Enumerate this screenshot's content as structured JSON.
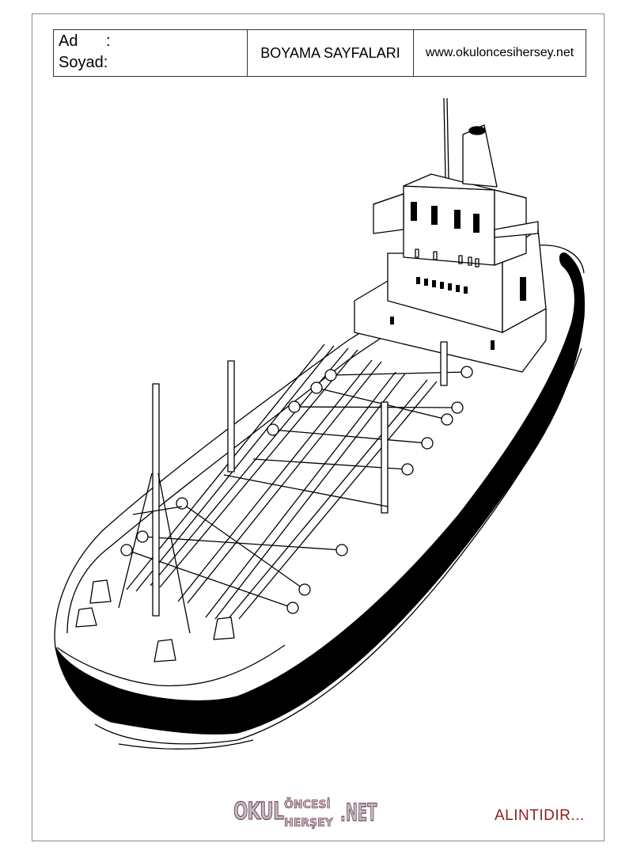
{
  "header": {
    "name_label": "Ad",
    "name_colon": ":",
    "surname_label": "Soyad:",
    "title": "BOYAMA SAYFALARI",
    "website": "www.okuloncesihersey.net"
  },
  "drawing": {
    "subject": "ship-outline",
    "hull_stripe_color": "#000000",
    "line_color": "#000000"
  },
  "footer": {
    "logo_okul": "OKUL",
    "logo_oncesi": "ÖNCESİ",
    "logo_hersey": "HERŞEY",
    "logo_net": ".NET",
    "source_note": "ALINTIDIR..."
  }
}
